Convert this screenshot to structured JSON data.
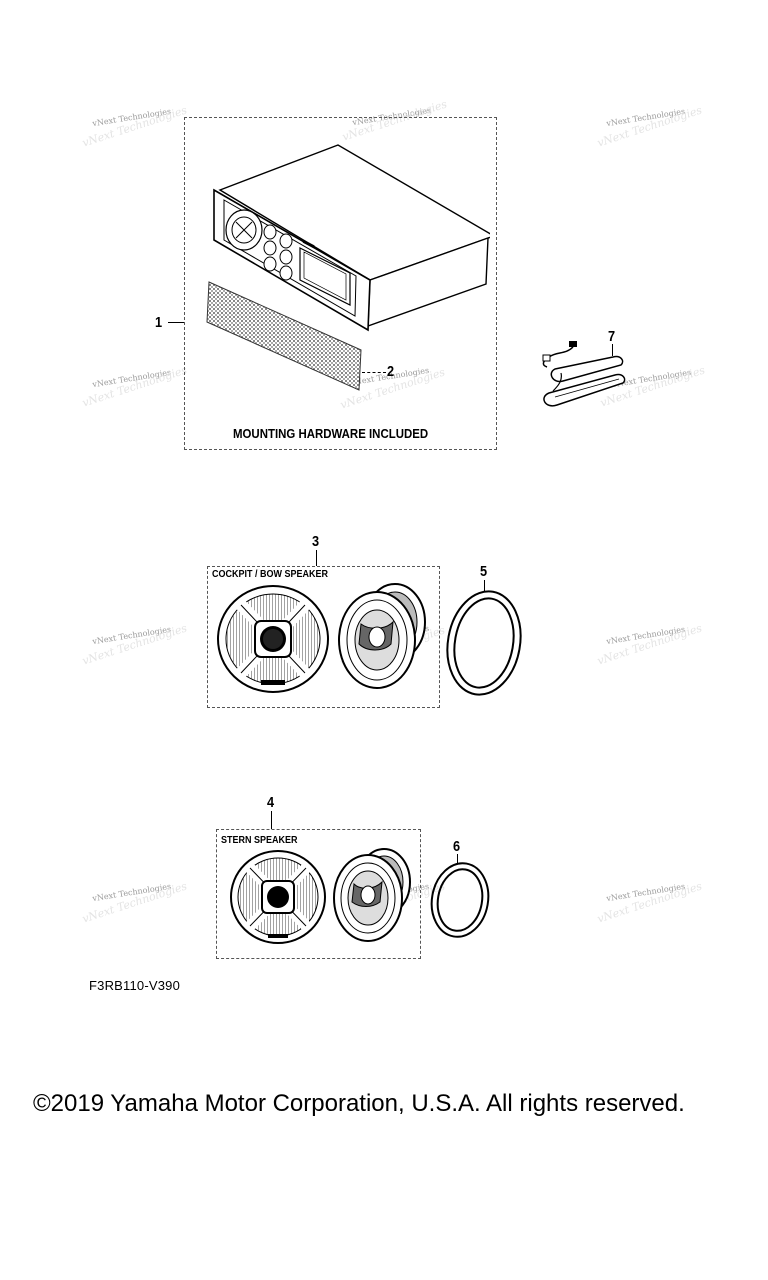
{
  "diagram": {
    "code": "F3RB110-V390",
    "box1_caption": "MOUNTING HARDWARE INCLUDED",
    "box3_caption": "COCKPIT / BOW SPEAKER",
    "box4_caption": "STERN SPEAKER",
    "callouts": [
      "1",
      "2",
      "3",
      "4",
      "5",
      "6",
      "7"
    ]
  },
  "watermark": {
    "line1": "vNext Technologies",
    "ghost": "vNext Technologies"
  },
  "footer": {
    "copyright": "©2019 Yamaha Motor Corporation, U.S.A. All rights reserved."
  }
}
